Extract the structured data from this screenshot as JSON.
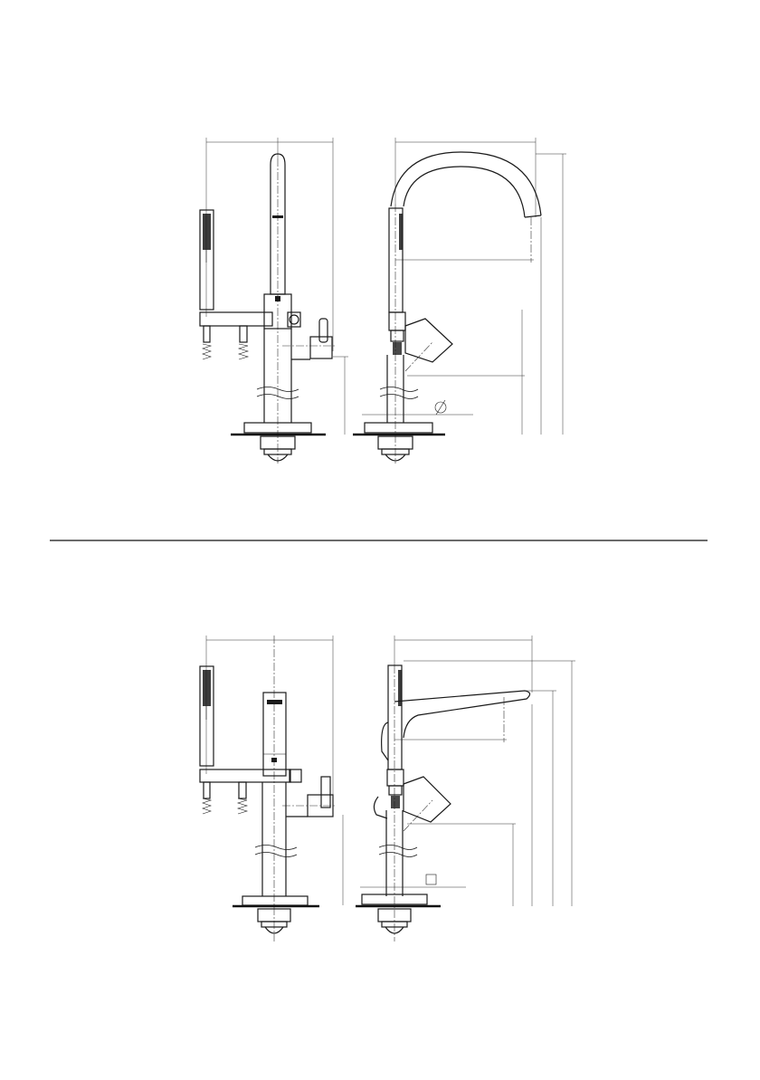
{
  "drawings": [
    {
      "variant": "round-spout",
      "views": [
        "front-view",
        "side-view"
      ],
      "base_symbol": "⌀"
    },
    {
      "variant": "square-spout",
      "views": [
        "front-view",
        "side-view"
      ],
      "base_symbol": "□"
    }
  ],
  "colors": {
    "line": "#1a1a1a",
    "background": "#ffffff"
  }
}
